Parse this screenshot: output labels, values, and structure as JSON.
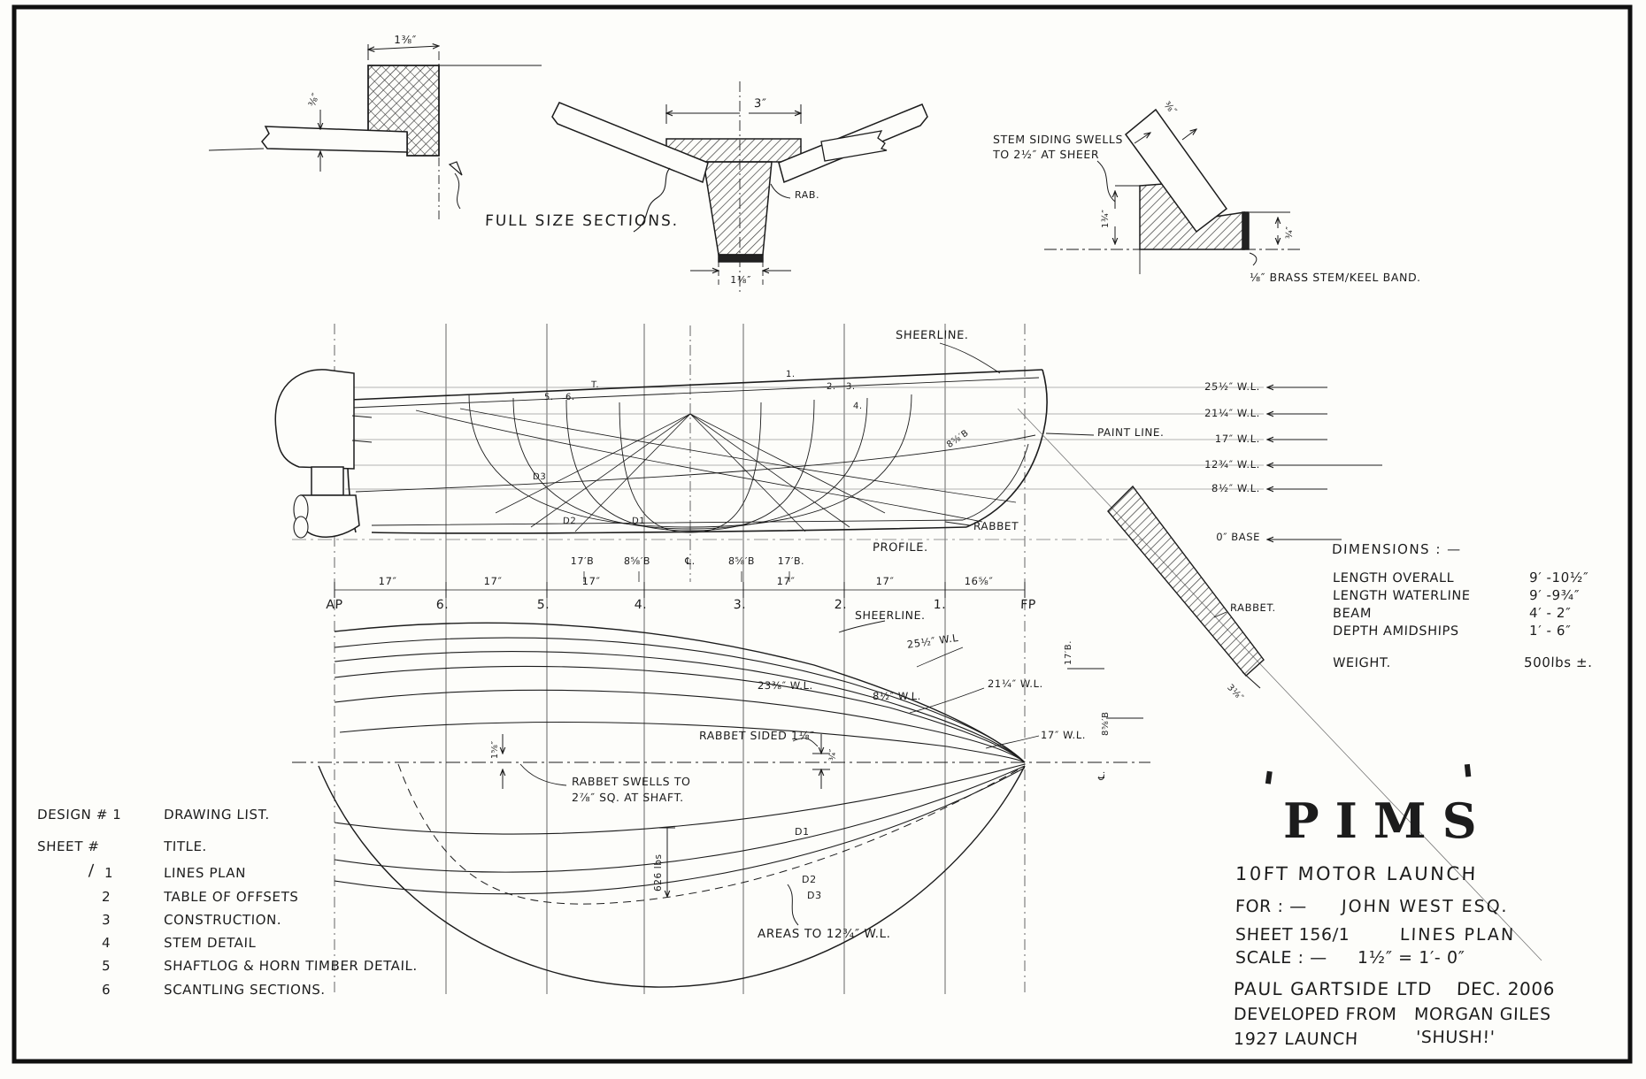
{
  "details": {
    "full_size_label": "FULL SIZE SECTIONS.",
    "keel_section": {
      "width_dim": "1⅜″",
      "plank_dim": "⅜″"
    },
    "keel_mid": {
      "top_dim": "3″",
      "rabbet": "RAB.",
      "bottom_dim": "1⅛″"
    },
    "stem": {
      "note_line1": "STEM SIDING SWELLS",
      "note_line2": "TO 2½″ AT SHEER",
      "plank_dim": "⅜″",
      "height_dim": "1¾″",
      "band_dim": "¾″",
      "band_note": "⅛″ BRASS STEM/KEEL BAND."
    }
  },
  "profile": {
    "sheerline": "SHEERLINE.",
    "paint_line": "PAINT LINE.",
    "rabbet": "RABBET",
    "profile_label": "PROFILE.",
    "waterlines": [
      "25½″ W.L.",
      "21¼″ W.L.",
      "17″ W.L.",
      "12¾″ W.L.",
      "8½″ W.L."
    ],
    "base": "0″ BASE",
    "section_numbers": [
      "5.",
      "6.",
      "T.",
      "1.",
      "2.",
      "3.",
      "4."
    ],
    "buttock_label": "8⅝′B",
    "diagonals": [
      "D3",
      "D2",
      "D1"
    ]
  },
  "stations": {
    "names": [
      "AP",
      "6.",
      "5.",
      "4.",
      "3.",
      "2.",
      "1.",
      "FP"
    ],
    "spacings": [
      "17″",
      "17″",
      "17″",
      "17″",
      "17″",
      "16⅝″"
    ],
    "buttocks": [
      "17′B",
      "8⅝′B",
      "℄.",
      "8⅝′B",
      "17′B."
    ]
  },
  "halfbreadth": {
    "sheerline": "SHEERLINE.",
    "wl_25": "25½″ W.L",
    "wl_23": "23⅜″ W.L.",
    "wl_21": "21¼″ W.L.",
    "wl_17": "17″ W.L.",
    "wl_8": "8½″ W.L.",
    "d1": "D1",
    "d2": "D2",
    "d3": "D3",
    "areas_note": "AREAS TO 12¾″ W.L.",
    "displacement": "626 lbs",
    "rabbet_sided": "RABBET SIDED 1⅛″",
    "rabbet_dim": "¾″",
    "rabbet_swell_1": "RABBET SWELLS TO",
    "rabbet_swell_2": "2⅞″ SQ. AT SHAFT.",
    "half_siding": "1⅝″",
    "fp_buttock_1": "17′B.",
    "fp_buttock_2": "8⅝′B",
    "fp_buttock_3": "℄.",
    "stem_rabbet": "RABBET.",
    "stem_dim": "3⅛″"
  },
  "dimensions": {
    "title": "DIMENSIONS : —",
    "rows": [
      {
        "label": "LENGTH OVERALL",
        "value": "9′ -10½″"
      },
      {
        "label": "LENGTH WATERLINE",
        "value": "9′ -9¾″"
      },
      {
        "label": "BEAM",
        "value": "4′ - 2″"
      },
      {
        "label": "DEPTH AMIDSHIPS",
        "value": "1′ - 6″"
      }
    ],
    "weight_label": "WEIGHT.",
    "weight_value": "500lbs ±."
  },
  "title_block": {
    "quote_open": "'",
    "name": "PIMS",
    "quote_close": "'",
    "subtitle": "10FT MOTOR LAUNCH",
    "for_label": "FOR : —",
    "for_value": "JOHN WEST ESQ.",
    "sheet_label": "SHEET 156/1",
    "sheet_value": "LINES PLAN",
    "scale_label": "SCALE : —",
    "scale_value": "1½″ = 1′- 0″",
    "maker": "PAUL GARTSIDE LTD",
    "date": "DEC. 2006",
    "developed_1": "DEVELOPED FROM",
    "developed_2": "MORGAN GILES",
    "launch_year": "1927 LAUNCH",
    "launch_name": "'SHUSH!'"
  },
  "drawing_list": {
    "design_no": "DESIGN # 1",
    "list_title": "DRAWING LIST.",
    "sheet_hdr": "SHEET #",
    "title_hdr": "TITLE.",
    "check": "/",
    "rows": [
      {
        "no": "1",
        "title": "LINES PLAN"
      },
      {
        "no": "2",
        "title": "TABLE OF OFFSETS"
      },
      {
        "no": "3",
        "title": "CONSTRUCTION."
      },
      {
        "no": "4",
        "title": "STEM DETAIL"
      },
      {
        "no": "5",
        "title": "SHAFTLOG & HORN TIMBER DETAIL."
      },
      {
        "no": "6",
        "title": "SCANTLING SECTIONS."
      }
    ]
  }
}
